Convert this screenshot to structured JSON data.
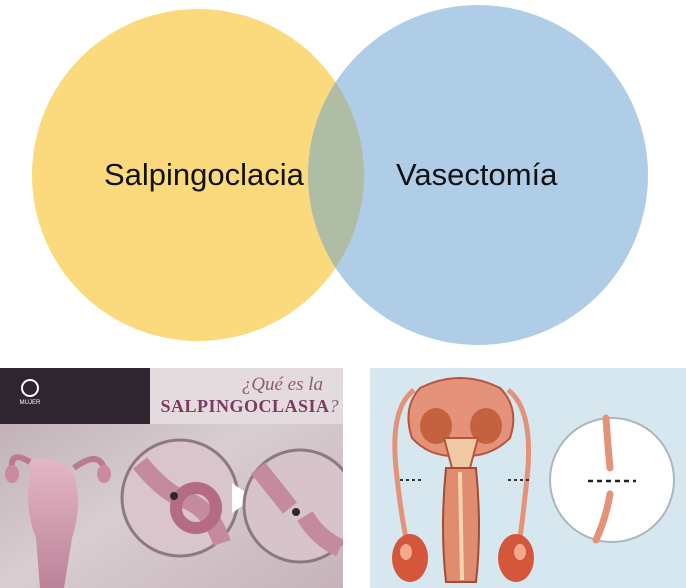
{
  "venn": {
    "left_label": "Salpingoclacia",
    "right_label": "Vasectomía",
    "left_color": "#fada7c",
    "right_color": "#b0cde7",
    "overlap_color": "#b0bda5"
  },
  "bottom_left_image": {
    "heading": "¿Qué es la",
    "term": "SALPINGOCLASIA",
    "term_suffix": "?",
    "logo_text": "MUJER",
    "icons": [
      "uterus-illustration",
      "tube-knot-zoom-icon",
      "arrow-right-icon",
      "tube-cut-zoom-icon"
    ]
  },
  "bottom_right_image": {
    "icons": [
      "male-reproductive-anatomy-illustration",
      "vas-deferens-cut-zoom-icon"
    ]
  }
}
